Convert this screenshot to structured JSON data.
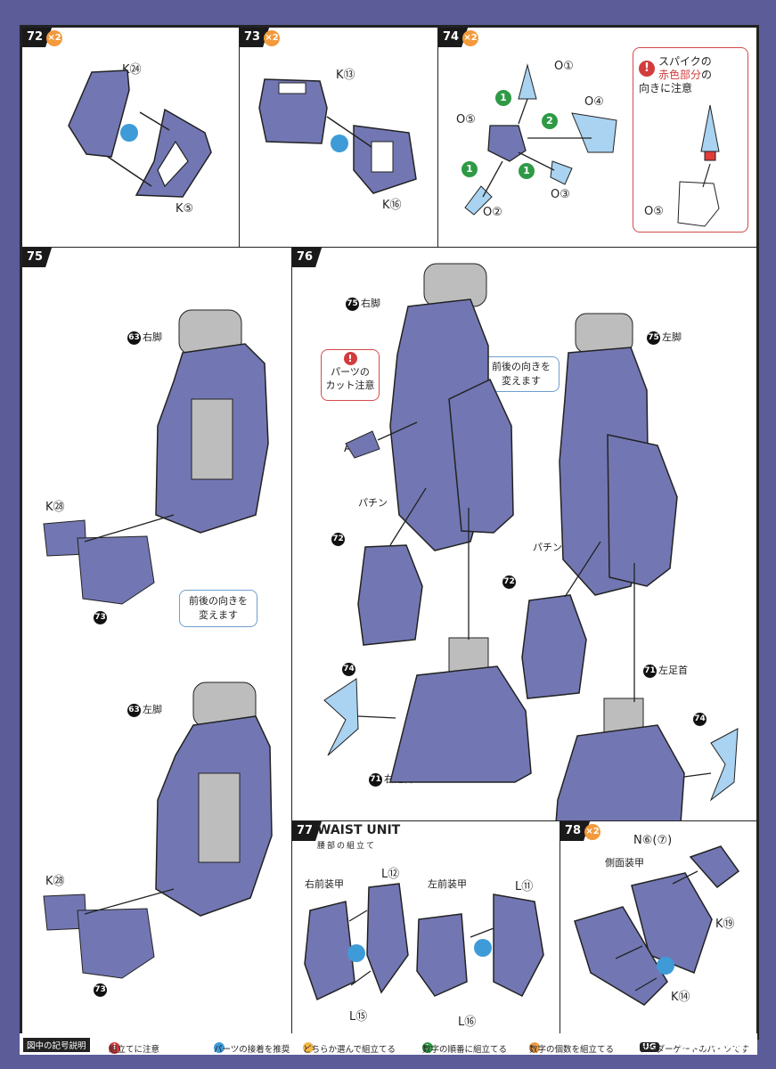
{
  "steps": {
    "s72": {
      "num": "72",
      "mult": "×2",
      "parts": [
        "K㉔",
        "K⑤"
      ]
    },
    "s73": {
      "num": "73",
      "mult": "×2",
      "parts": [
        "K⑬",
        "K⑯"
      ]
    },
    "s74": {
      "num": "74",
      "mult": "×2",
      "parts": [
        "O①",
        "O④",
        "O⑤",
        "O③",
        "O②"
      ],
      "note_line1": "スパイクの",
      "note_line2_red": "赤色部分",
      "note_line2": "の",
      "note_line3": "向きに注意",
      "note_part": "O⑤"
    },
    "s75": {
      "num": "75",
      "right_leg_ref": "63",
      "right_leg": "右脚",
      "left_leg_ref": "63",
      "left_leg": "左脚",
      "part_k28_a": "K㉘",
      "part_k28_b": "K㉘",
      "ref73_a": "73",
      "ref73_b": "73",
      "callout_line1": "前後の向きを",
      "callout_line2": "変えます"
    },
    "s76": {
      "num": "76",
      "right_ref": "75",
      "right": "右脚",
      "left_ref": "75",
      "left": "左脚",
      "cut_line1": "パーツの",
      "cut_line2": "カット注意",
      "part_a9": "A⑨",
      "callout_line1": "前後の向きを",
      "callout_line2": "変えます",
      "snap_a": "パチン",
      "snap_b": "パチン",
      "ref72_a": "72",
      "ref72_b": "72",
      "ref74_a": "74",
      "ref74_b": "74",
      "ankle_r_ref": "71",
      "ankle_r": "右足首",
      "ankle_l_ref": "71",
      "ankle_l": "左足首"
    },
    "s77": {
      "num": "77",
      "title": "WAIST UNIT",
      "subtitle": "腰部の組立て",
      "right_armor": "右前装甲",
      "left_armor": "左前装甲",
      "parts": [
        "L⑫",
        "L⑮",
        "L⑪",
        "L⑯"
      ]
    },
    "s78": {
      "num": "78",
      "mult": "×2",
      "parts": [
        "N⑥(⑦)",
        "K⑲",
        "K⑭"
      ],
      "side_armor": "側面装甲"
    }
  },
  "legend": {
    "title": "図中の記号説明",
    "caution": "組立てに注意",
    "glue": "パーツの接着を推奨",
    "either": "どちらか選んで組立てる",
    "order": "数字の順番に組立てる",
    "count": "数字の個数を組立てる",
    "ug_badge": "UG",
    "ug": "アンダーゲートのパーツです",
    "watermark": "© MY SEARCH"
  },
  "colors": {
    "background": "#5b5c98",
    "part_blue": "#7277b3",
    "part_gray": "#bdbdbd",
    "clear_blue": "#a9d3f1",
    "accent_orange": "#f39a3c"
  }
}
